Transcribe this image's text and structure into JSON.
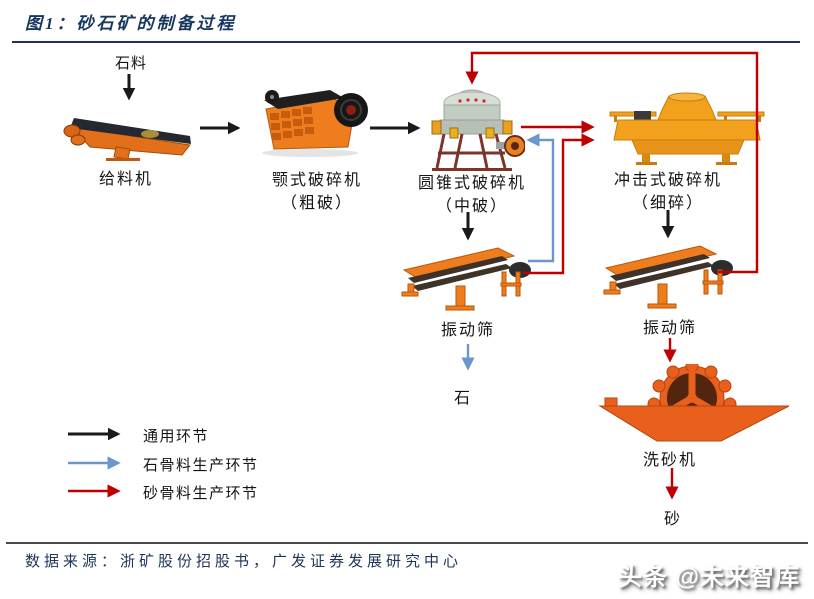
{
  "header": {
    "title": "图1：砂石矿的制备过程"
  },
  "diagram": {
    "stone_input": "石料",
    "feeder": "给料机",
    "jaw_crusher": "颚式破碎机",
    "jaw_crusher_sub": "（粗破）",
    "cone_crusher": "圆锥式破碎机",
    "cone_crusher_sub": "（中破）",
    "impact_crusher": "冲击式破碎机",
    "impact_crusher_sub": "（细碎）",
    "screen_left": "振动筛",
    "screen_right": "振动筛",
    "stone_output": "石",
    "sand_washer": "洗砂机",
    "sand_output": "砂"
  },
  "legend": {
    "items": [
      {
        "label": "通用环节",
        "color": "#1a1a1a"
      },
      {
        "label": "石骨料生产环节",
        "color": "#6b96cc"
      },
      {
        "label": "砂骨料生产环节",
        "color": "#c00000"
      }
    ]
  },
  "footer": {
    "source": "数据来源：浙矿股份招股书，广发证券发展研究中心"
  },
  "watermark": {
    "text": "头条 @未来智库"
  },
  "colors": {
    "title": "#17375e",
    "black_arrow": "#1a1a1a",
    "blue_arrow": "#6b96cc",
    "red_arrow": "#c00000",
    "machine_orange": "#ef7d1e",
    "machine_yellow": "#f2a11c",
    "washer_orange": "#e8601c"
  }
}
